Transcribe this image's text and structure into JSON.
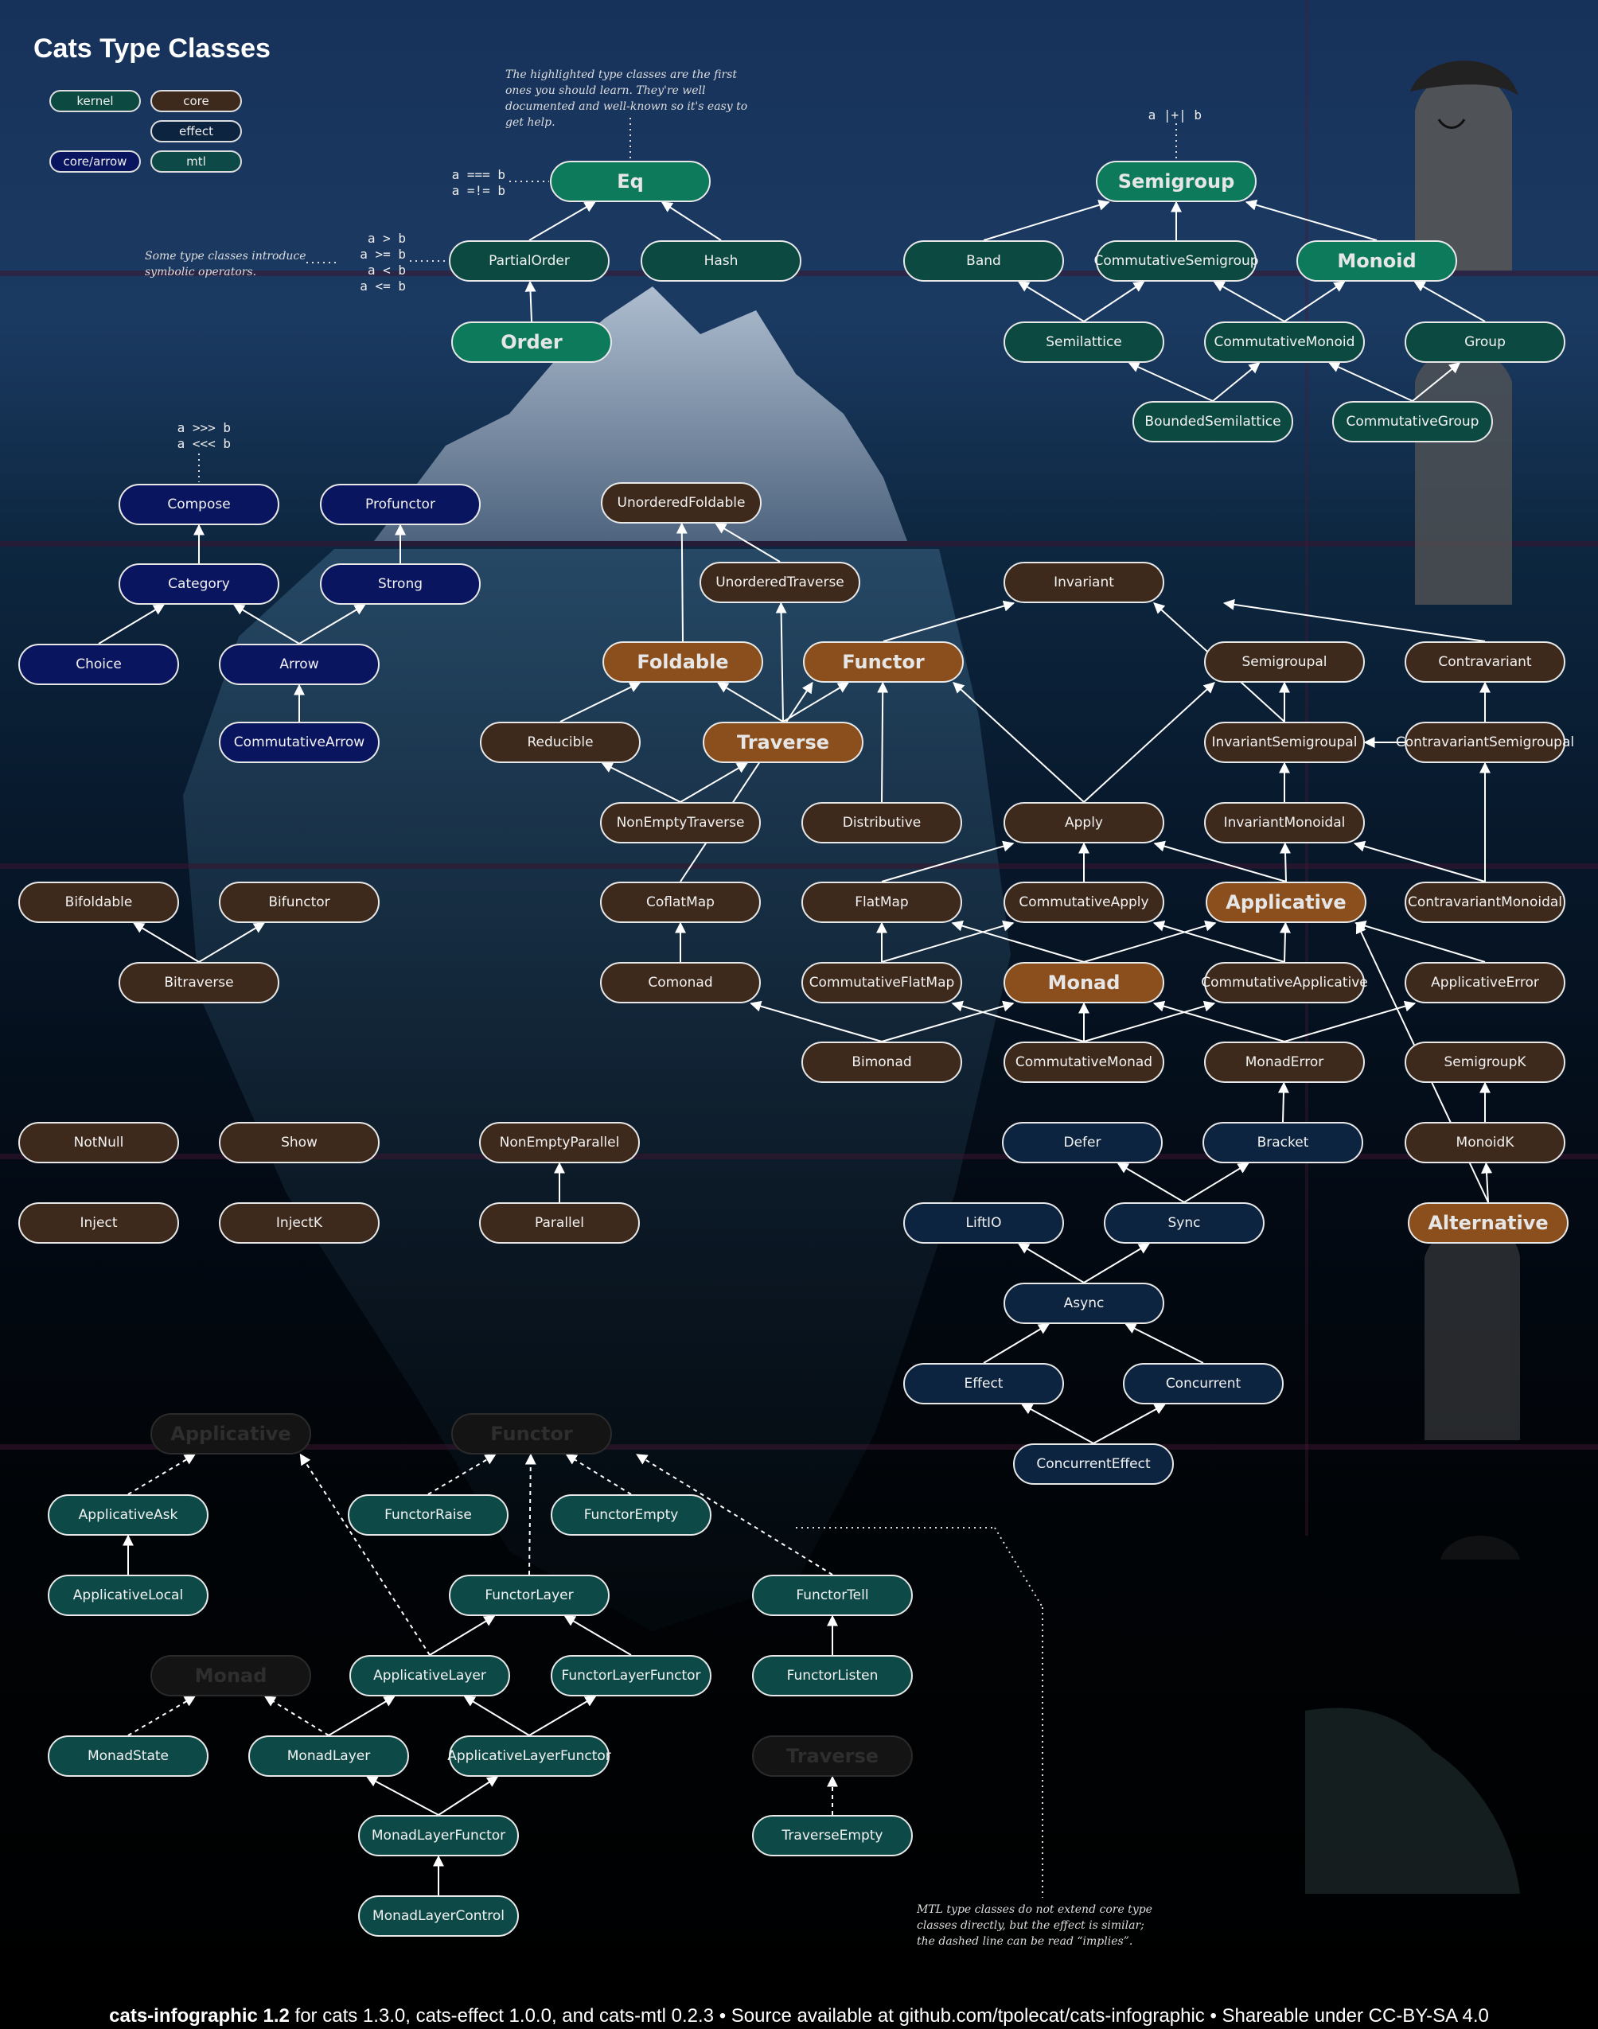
{
  "title": "Cats Type Classes",
  "colors": {
    "kernel": "#0c4a41",
    "kernel_highlight": "#0e7a5c",
    "core": "#3e2a1c",
    "core_highlight": "#8a4f1c",
    "effect": "#0d2440",
    "core_arrow": "#0a1560",
    "mtl": "#0d4a47",
    "edge": "#ffffff"
  },
  "legend": [
    {
      "id": "kernel",
      "label": "kernel"
    },
    {
      "id": "core",
      "label": "core"
    },
    {
      "id": "effect",
      "label": "effect"
    },
    {
      "id": "arrow",
      "label": "core/arrow"
    },
    {
      "id": "mtl",
      "label": "mtl"
    }
  ],
  "notes": {
    "highlight": "The highlighted type classes are the first ones you should learn. They're well documented and well-known so it's easy to get help.",
    "symbolic": "Some type classes introduce symbolic operators.",
    "mtl": "MTL type classes do not extend core type classes directly, but the effect is similar; the dashed line can be read “implies”."
  },
  "operators": {
    "eq": "a === b\na =!= b",
    "order": "a > b\na >= b\na < b\na <= b",
    "semigroup": "a |+| b",
    "compose": "a >>> b\na <<< b"
  },
  "nodes": [
    {
      "id": "Eq",
      "label": "Eq",
      "kind": "kernel",
      "big": true
    },
    {
      "id": "PartialOrder",
      "label": "PartialOrder",
      "kind": "kernel"
    },
    {
      "id": "Hash",
      "label": "Hash",
      "kind": "kernel"
    },
    {
      "id": "Order",
      "label": "Order",
      "kind": "kernel",
      "big": true
    },
    {
      "id": "Semigroup",
      "label": "Semigroup",
      "kind": "kernel",
      "big": true
    },
    {
      "id": "Band",
      "label": "Band",
      "kind": "kernel"
    },
    {
      "id": "CommutativeSemigroup",
      "label": "CommutativeSemigroup",
      "kind": "kernel"
    },
    {
      "id": "Monoid",
      "label": "Monoid",
      "kind": "kernel",
      "big": true
    },
    {
      "id": "Semilattice",
      "label": "Semilattice",
      "kind": "kernel"
    },
    {
      "id": "CommutativeMonoid",
      "label": "CommutativeMonoid",
      "kind": "kernel"
    },
    {
      "id": "Group",
      "label": "Group",
      "kind": "kernel"
    },
    {
      "id": "BoundedSemilattice",
      "label": "BoundedSemilattice",
      "kind": "kernel"
    },
    {
      "id": "CommutativeGroup",
      "label": "CommutativeGroup",
      "kind": "kernel"
    },
    {
      "id": "Compose",
      "label": "Compose",
      "kind": "arrow"
    },
    {
      "id": "Profunctor",
      "label": "Profunctor",
      "kind": "arrow"
    },
    {
      "id": "Category",
      "label": "Category",
      "kind": "arrow"
    },
    {
      "id": "Strong",
      "label": "Strong",
      "kind": "arrow"
    },
    {
      "id": "Choice",
      "label": "Choice",
      "kind": "arrow"
    },
    {
      "id": "Arrow",
      "label": "Arrow",
      "kind": "arrow"
    },
    {
      "id": "CommutativeArrow",
      "label": "CommutativeArrow",
      "kind": "arrow"
    },
    {
      "id": "UnorderedFoldable",
      "label": "UnorderedFoldable",
      "kind": "core"
    },
    {
      "id": "UnorderedTraverse",
      "label": "UnorderedTraverse",
      "kind": "core"
    },
    {
      "id": "Invariant",
      "label": "Invariant",
      "kind": "core"
    },
    {
      "id": "Foldable",
      "label": "Foldable",
      "kind": "core",
      "big": true
    },
    {
      "id": "Functor",
      "label": "Functor",
      "kind": "core",
      "big": true
    },
    {
      "id": "Semigroupal",
      "label": "Semigroupal",
      "kind": "core"
    },
    {
      "id": "Contravariant",
      "label": "Contravariant",
      "kind": "core"
    },
    {
      "id": "Reducible",
      "label": "Reducible",
      "kind": "core"
    },
    {
      "id": "Traverse",
      "label": "Traverse",
      "kind": "core",
      "big": true
    },
    {
      "id": "InvariantSemigroupal",
      "label": "InvariantSemigroupal",
      "kind": "core"
    },
    {
      "id": "ContravariantSemigroupal",
      "label": "ContravariantSemigroupal",
      "kind": "core"
    },
    {
      "id": "NonEmptyTraverse",
      "label": "NonEmptyTraverse",
      "kind": "core"
    },
    {
      "id": "Distributive",
      "label": "Distributive",
      "kind": "core"
    },
    {
      "id": "Apply",
      "label": "Apply",
      "kind": "core"
    },
    {
      "id": "InvariantMonoidal",
      "label": "InvariantMonoidal",
      "kind": "core"
    },
    {
      "id": "Bifoldable",
      "label": "Bifoldable",
      "kind": "core"
    },
    {
      "id": "Bifunctor",
      "label": "Bifunctor",
      "kind": "core"
    },
    {
      "id": "CoflatMap",
      "label": "CoflatMap",
      "kind": "core"
    },
    {
      "id": "FlatMap",
      "label": "FlatMap",
      "kind": "core"
    },
    {
      "id": "CommutativeApply",
      "label": "CommutativeApply",
      "kind": "core"
    },
    {
      "id": "Applicative",
      "label": "Applicative",
      "kind": "core",
      "big": true
    },
    {
      "id": "ContravariantMonoidal",
      "label": "ContravariantMonoidal",
      "kind": "core"
    },
    {
      "id": "Bitraverse",
      "label": "Bitraverse",
      "kind": "core"
    },
    {
      "id": "Comonad",
      "label": "Comonad",
      "kind": "core"
    },
    {
      "id": "CommutativeFlatMap",
      "label": "CommutativeFlatMap",
      "kind": "core"
    },
    {
      "id": "Monad",
      "label": "Monad",
      "kind": "core",
      "big": true
    },
    {
      "id": "CommutativeApplicative",
      "label": "CommutativeApplicative",
      "kind": "core"
    },
    {
      "id": "ApplicativeError",
      "label": "ApplicativeError",
      "kind": "core"
    },
    {
      "id": "Bimonad",
      "label": "Bimonad",
      "kind": "core"
    },
    {
      "id": "CommutativeMonad",
      "label": "CommutativeMonad",
      "kind": "core"
    },
    {
      "id": "MonadError",
      "label": "MonadError",
      "kind": "core"
    },
    {
      "id": "SemigroupK",
      "label": "SemigroupK",
      "kind": "core"
    },
    {
      "id": "NotNull",
      "label": "NotNull",
      "kind": "core"
    },
    {
      "id": "Show",
      "label": "Show",
      "kind": "core"
    },
    {
      "id": "NonEmptyParallel",
      "label": "NonEmptyParallel",
      "kind": "core"
    },
    {
      "id": "Defer",
      "label": "Defer",
      "kind": "effect"
    },
    {
      "id": "Bracket",
      "label": "Bracket",
      "kind": "effect"
    },
    {
      "id": "MonoidK",
      "label": "MonoidK",
      "kind": "core"
    },
    {
      "id": "Inject",
      "label": "Inject",
      "kind": "core"
    },
    {
      "id": "InjectK",
      "label": "InjectK",
      "kind": "core"
    },
    {
      "id": "Parallel",
      "label": "Parallel",
      "kind": "core"
    },
    {
      "id": "LiftIO",
      "label": "LiftIO",
      "kind": "effect"
    },
    {
      "id": "Sync",
      "label": "Sync",
      "kind": "effect"
    },
    {
      "id": "Alternative",
      "label": "Alternative",
      "kind": "core",
      "big": true
    },
    {
      "id": "Async",
      "label": "Async",
      "kind": "effect"
    },
    {
      "id": "Effect",
      "label": "Effect",
      "kind": "effect"
    },
    {
      "id": "Concurrent",
      "label": "Concurrent",
      "kind": "effect"
    },
    {
      "id": "ConcurrentEffect",
      "label": "ConcurrentEffect",
      "kind": "effect"
    },
    {
      "id": "gApplicative",
      "label": "Applicative",
      "kind": "ghost"
    },
    {
      "id": "gFunctor",
      "label": "Functor",
      "kind": "ghost"
    },
    {
      "id": "ApplicativeAsk",
      "label": "ApplicativeAsk",
      "kind": "mtl"
    },
    {
      "id": "FunctorRaise",
      "label": "FunctorRaise",
      "kind": "mtl"
    },
    {
      "id": "FunctorEmpty",
      "label": "FunctorEmpty",
      "kind": "mtl"
    },
    {
      "id": "ApplicativeLocal",
      "label": "ApplicativeLocal",
      "kind": "mtl"
    },
    {
      "id": "FunctorLayer",
      "label": "FunctorLayer",
      "kind": "mtl"
    },
    {
      "id": "FunctorTell",
      "label": "FunctorTell",
      "kind": "mtl"
    },
    {
      "id": "gMonad",
      "label": "Monad",
      "kind": "ghost"
    },
    {
      "id": "ApplicativeLayer",
      "label": "ApplicativeLayer",
      "kind": "mtl"
    },
    {
      "id": "FunctorLayerFunctor",
      "label": "FunctorLayerFunctor",
      "kind": "mtl"
    },
    {
      "id": "FunctorListen",
      "label": "FunctorListen",
      "kind": "mtl"
    },
    {
      "id": "MonadState",
      "label": "MonadState",
      "kind": "mtl"
    },
    {
      "id": "MonadLayer",
      "label": "MonadLayer",
      "kind": "mtl"
    },
    {
      "id": "ApplicativeLayerFunctor",
      "label": "ApplicativeLayerFunctor",
      "kind": "mtl"
    },
    {
      "id": "gTraverse",
      "label": "Traverse",
      "kind": "ghost"
    },
    {
      "id": "MonadLayerFunctor",
      "label": "MonadLayerFunctor",
      "kind": "mtl"
    },
    {
      "id": "TraverseEmpty",
      "label": "TraverseEmpty",
      "kind": "mtl"
    },
    {
      "id": "MonadLayerControl",
      "label": "MonadLayerControl",
      "kind": "mtl"
    }
  ],
  "edges": [
    [
      "PartialOrder",
      "Eq"
    ],
    [
      "Hash",
      "Eq"
    ],
    [
      "Order",
      "PartialOrder"
    ],
    [
      "Band",
      "Semigroup"
    ],
    [
      "CommutativeSemigroup",
      "Semigroup"
    ],
    [
      "Monoid",
      "Semigroup"
    ],
    [
      "Semilattice",
      "Band"
    ],
    [
      "Semilattice",
      "CommutativeSemigroup"
    ],
    [
      "CommutativeMonoid",
      "CommutativeSemigroup"
    ],
    [
      "CommutativeMonoid",
      "Monoid"
    ],
    [
      "Group",
      "Monoid"
    ],
    [
      "BoundedSemilattice",
      "Semilattice"
    ],
    [
      "BoundedSemilattice",
      "CommutativeMonoid"
    ],
    [
      "CommutativeGroup",
      "CommutativeMonoid"
    ],
    [
      "CommutativeGroup",
      "Group"
    ],
    [
      "Category",
      "Compose"
    ],
    [
      "Strong",
      "Profunctor"
    ],
    [
      "Choice",
      "Category"
    ],
    [
      "Arrow",
      "Category"
    ],
    [
      "Arrow",
      "Strong"
    ],
    [
      "CommutativeArrow",
      "Arrow"
    ],
    [
      "UnorderedTraverse",
      "UnorderedFoldable"
    ],
    [
      "Foldable",
      "UnorderedFoldable"
    ],
    [
      "Functor",
      "Invariant"
    ],
    [
      "Reducible",
      "Foldable"
    ],
    [
      "Traverse",
      "Foldable"
    ],
    [
      "Traverse",
      "Functor"
    ],
    [
      "Traverse",
      "UnorderedTraverse"
    ],
    [
      "NonEmptyTraverse",
      "Reducible"
    ],
    [
      "NonEmptyTraverse",
      "Traverse"
    ],
    [
      "Distributive",
      "Functor"
    ],
    [
      "Apply",
      "Functor"
    ],
    [
      "Apply",
      "Semigroupal"
    ],
    [
      "InvariantSemigroupal",
      "Semigroupal"
    ],
    [
      "InvariantSemigroupal",
      "Invariant"
    ],
    [
      "ContravariantSemigroupal",
      "Contravariant"
    ],
    [
      "ContravariantSemigroupal",
      "InvariantSemigroupal"
    ],
    [
      "InvariantMonoidal",
      "InvariantSemigroupal"
    ],
    [
      "Contravariant",
      "Invariant"
    ],
    [
      "Bitraverse",
      "Bifoldable"
    ],
    [
      "Bitraverse",
      "Bifunctor"
    ],
    [
      "Comonad",
      "CoflatMap"
    ],
    [
      "CoflatMap",
      "Functor"
    ],
    [
      "FlatMap",
      "Apply"
    ],
    [
      "CommutativeApply",
      "Apply"
    ],
    [
      "Applicative",
      "Apply"
    ],
    [
      "Applicative",
      "InvariantMonoidal"
    ],
    [
      "ContravariantMonoidal",
      "InvariantMonoidal"
    ],
    [
      "ContravariantMonoidal",
      "ContravariantSemigroupal"
    ],
    [
      "CommutativeFlatMap",
      "FlatMap"
    ],
    [
      "CommutativeFlatMap",
      "CommutativeApply"
    ],
    [
      "Monad",
      "FlatMap"
    ],
    [
      "Monad",
      "Applicative"
    ],
    [
      "CommutativeApplicative",
      "Applicative"
    ],
    [
      "CommutativeApplicative",
      "CommutativeApply"
    ],
    [
      "ApplicativeError",
      "Applicative"
    ],
    [
      "Bimonad",
      "Comonad"
    ],
    [
      "Bimonad",
      "Monad"
    ],
    [
      "CommutativeMonad",
      "Monad"
    ],
    [
      "CommutativeMonad",
      "CommutativeFlatMap"
    ],
    [
      "CommutativeMonad",
      "CommutativeApplicative"
    ],
    [
      "MonadError",
      "Monad"
    ],
    [
      "MonadError",
      "ApplicativeError"
    ],
    [
      "Bracket",
      "MonadError"
    ],
    [
      "MonoidK",
      "SemigroupK"
    ],
    [
      "Alternative",
      "MonoidK"
    ],
    [
      "Alternative",
      "Applicative"
    ],
    [
      "Parallel",
      "NonEmptyParallel"
    ],
    [
      "Sync",
      "Defer"
    ],
    [
      "Sync",
      "Bracket"
    ],
    [
      "Async",
      "Sync"
    ],
    [
      "Async",
      "LiftIO"
    ],
    [
      "Effect",
      "Async"
    ],
    [
      "Concurrent",
      "Async"
    ],
    [
      "ConcurrentEffect",
      "Effect"
    ],
    [
      "ConcurrentEffect",
      "Concurrent"
    ],
    [
      "ApplicativeLocal",
      "ApplicativeAsk"
    ],
    [
      "FunctorListen",
      "FunctorTell"
    ],
    [
      "ApplicativeLayer",
      "FunctorLayer"
    ],
    [
      "FunctorLayerFunctor",
      "FunctorLayer"
    ],
    [
      "MonadLayer",
      "ApplicativeLayer"
    ],
    [
      "ApplicativeLayerFunctor",
      "ApplicativeLayer"
    ],
    [
      "ApplicativeLayerFunctor",
      "FunctorLayerFunctor"
    ],
    [
      "MonadLayerFunctor",
      "MonadLayer"
    ],
    [
      "MonadLayerFunctor",
      "ApplicativeLayerFunctor"
    ],
    [
      "MonadLayerControl",
      "MonadLayerFunctor"
    ]
  ],
  "dashed_edges": [
    [
      "ApplicativeAsk",
      "gApplicative"
    ],
    [
      "FunctorRaise",
      "gFunctor"
    ],
    [
      "FunctorEmpty",
      "gFunctor"
    ],
    [
      "FunctorLayer",
      "gFunctor"
    ],
    [
      "ApplicativeLayer",
      "gApplicative"
    ],
    [
      "FunctorTell",
      "gFunctor"
    ],
    [
      "MonadState",
      "gMonad"
    ],
    [
      "MonadLayer",
      "gMonad"
    ],
    [
      "TraverseEmpty",
      "gTraverse"
    ]
  ],
  "footer": {
    "name": "cats-infographic 1.2",
    "rest": " for cats 1.3.0, cats-effect 1.0.0, and cats-mtl 0.2.3 • Source available at github.com/tpolecat/cats-infographic • Shareable under CC-BY-SA 4.0"
  }
}
